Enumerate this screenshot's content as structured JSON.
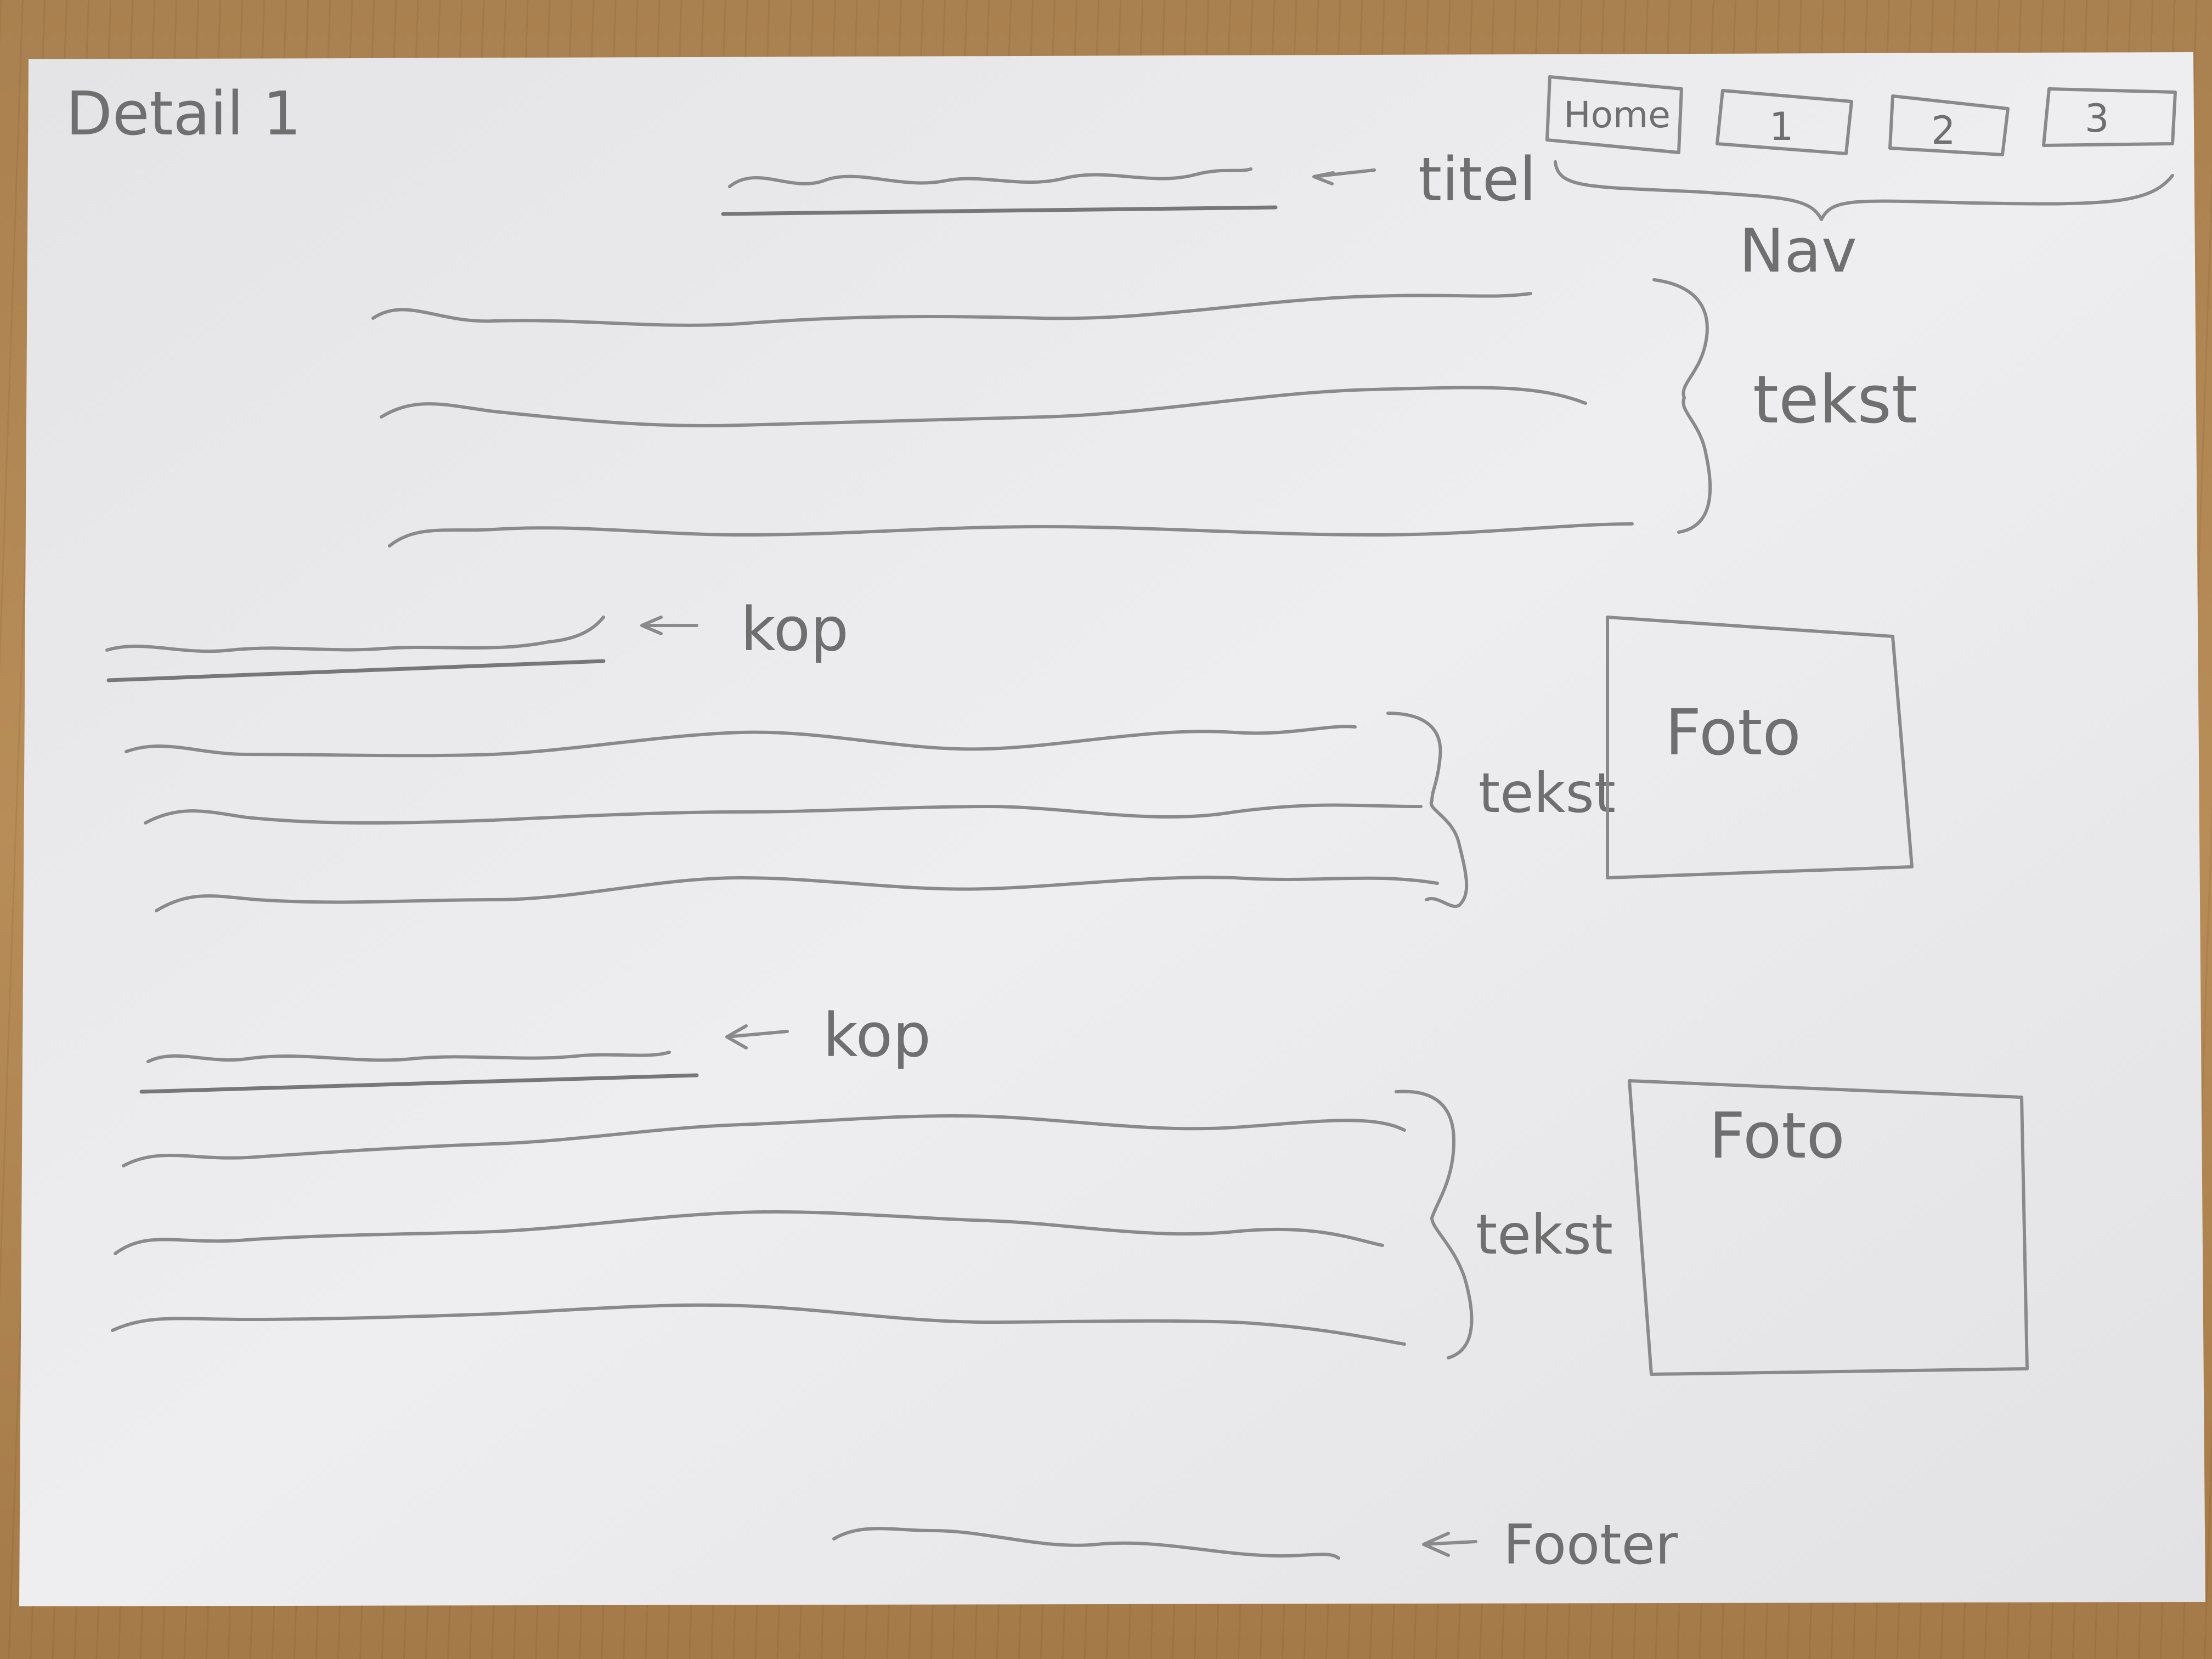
{
  "page": {
    "title": "Detail 1"
  },
  "nav": {
    "items": [
      "Home",
      "1",
      "2",
      "3"
    ],
    "annotation": "Nav"
  },
  "annotations": {
    "title": "titel",
    "body_text": "tekst",
    "heading_1": "kop",
    "section_1_text": "tekst",
    "heading_2": "kop",
    "section_2_text": "tekst",
    "footer": "Footer"
  },
  "photos": {
    "photo_1": "Foto",
    "photo_2": "Foto"
  },
  "colors": {
    "paper": "#ececec",
    "pencil": "#777777",
    "table": "#b08552"
  }
}
